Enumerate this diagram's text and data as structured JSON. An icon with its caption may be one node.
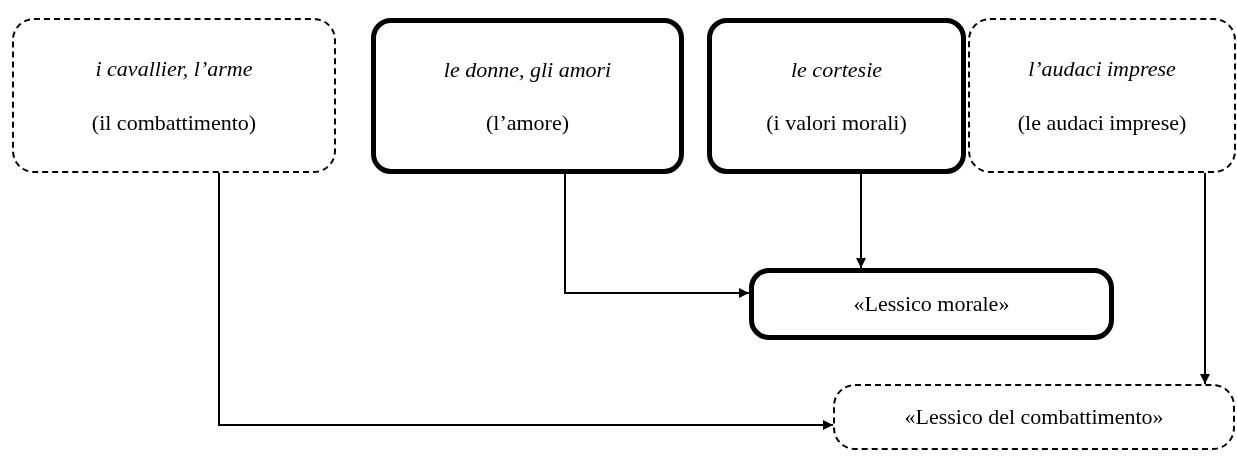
{
  "diagram": {
    "nodes": [
      {
        "text": [
          "i cavallier, l’arme",
          "(il combattimento)"
        ]
      },
      {
        "text": [
          "le donne, gli amori",
          "(l’amore)"
        ]
      },
      {
        "text": [
          "le cortesie",
          "(i valori morali)"
        ]
      },
      {
        "text": [
          "l’audaci imprese",
          "(le audaci imprese)"
        ]
      },
      {
        "text": [
          "«Lessico morale»"
        ]
      },
      {
        "text": [
          "«Lessico del combattimento»"
        ]
      }
    ],
    "edges": [
      {
        "from": 0,
        "to": 5,
        "arrow": "to"
      },
      {
        "from": 1,
        "to": 4,
        "arrow": "to"
      },
      {
        "from": 2,
        "to": 4,
        "arrow": "to"
      },
      {
        "from": 3,
        "to": 5,
        "arrow": "to"
      }
    ]
  }
}
